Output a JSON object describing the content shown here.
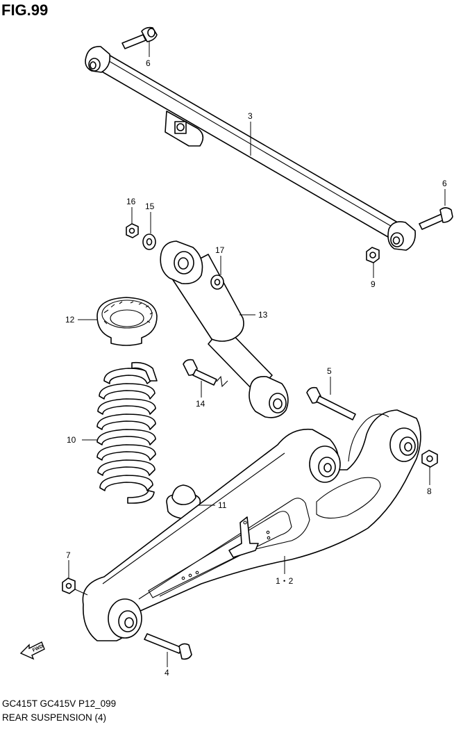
{
  "figure": {
    "title": "FIG.99",
    "caption_line1": "GC415T GC415V P12_099",
    "caption_line2": "REAR SUSPENSION (4)"
  },
  "fwd_label": "FWD",
  "callouts": {
    "c1_2": "1・2",
    "c3": "3",
    "c4": "4",
    "c5": "5",
    "c6_top": "6",
    "c6_right": "6",
    "c7": "7",
    "c8": "8",
    "c9": "9",
    "c10": "10",
    "c11": "11",
    "c12": "12",
    "c13": "13",
    "c14": "14",
    "c15": "15",
    "c16": "16",
    "c17": "17"
  }
}
